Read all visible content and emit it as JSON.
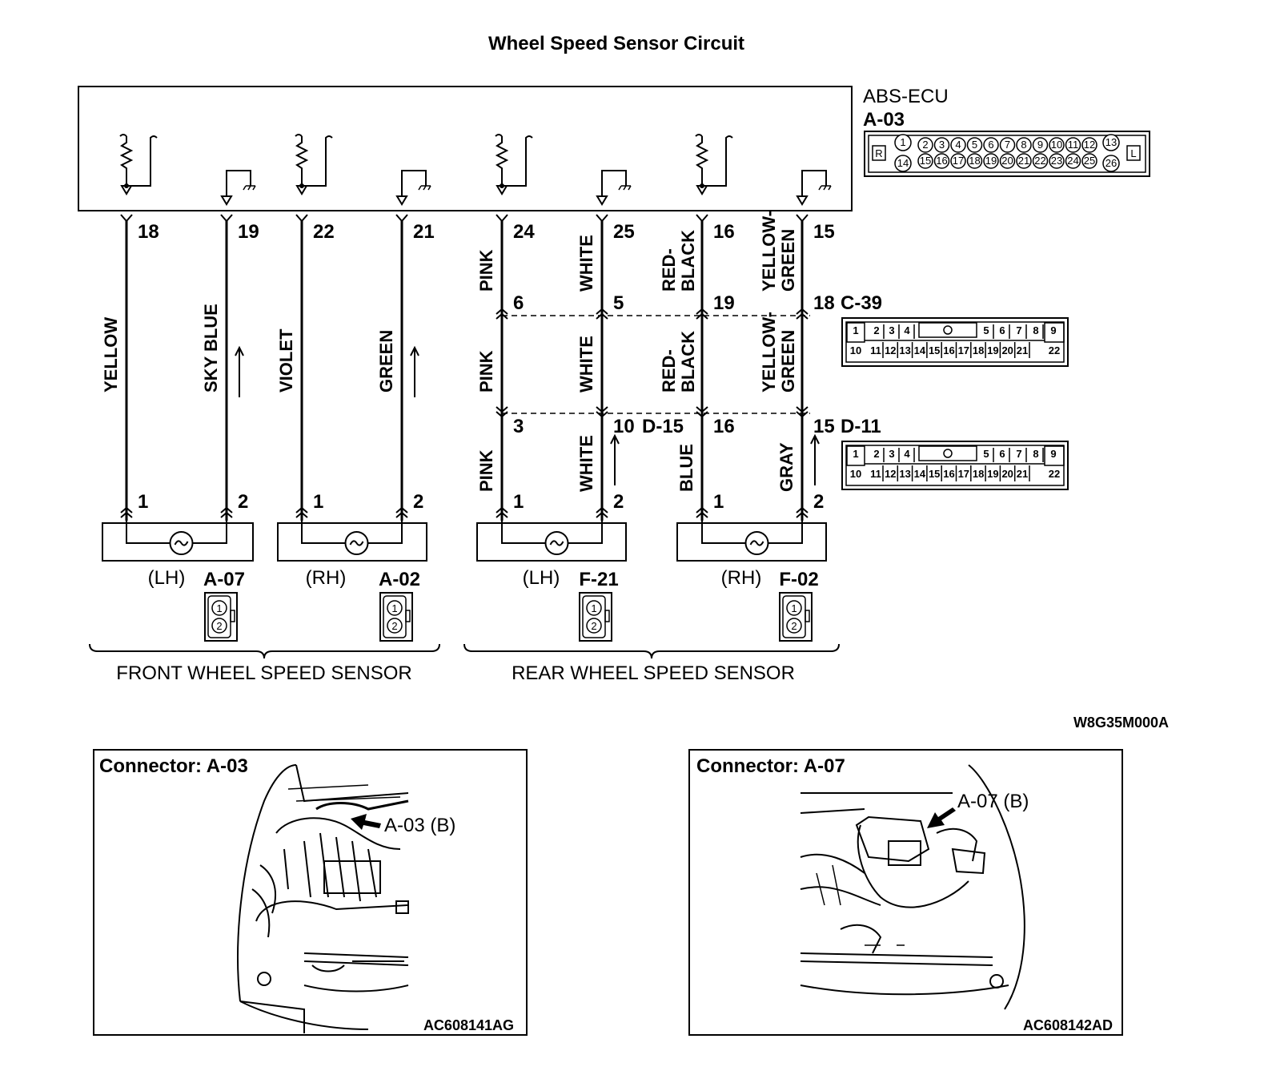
{
  "title": "Wheel Speed Sensor Circuit",
  "ecu": {
    "name": "ABS-ECU",
    "id": "A-03"
  },
  "ecu_connector": {
    "left_label": "R",
    "right_label": "L",
    "top": [
      "1",
      "2",
      "3",
      "4",
      "5",
      "6",
      "7",
      "8",
      "9",
      "10",
      "11",
      "12",
      "13"
    ],
    "bottom": [
      "14",
      "15",
      "16",
      "17",
      "18",
      "19",
      "20",
      "21",
      "22",
      "23",
      "24",
      "25",
      "26"
    ]
  },
  "wires": [
    {
      "pin_ecu": "18",
      "color": [
        "YELLOW"
      ],
      "sensor_pin": "1"
    },
    {
      "pin_ecu": "19",
      "color": [
        "SKY BLUE"
      ],
      "sensor_pin": "2"
    },
    {
      "pin_ecu": "22",
      "color": [
        "VIOLET"
      ],
      "sensor_pin": "1"
    },
    {
      "pin_ecu": "21",
      "color": [
        "GREEN"
      ],
      "sensor_pin": "2"
    },
    {
      "pin_ecu": "24",
      "color1": [
        "PINK"
      ],
      "c39": "6",
      "color2": [
        "PINK"
      ],
      "d": "3",
      "color3": [
        "PINK"
      ],
      "sensor_pin": "1"
    },
    {
      "pin_ecu": "25",
      "color1": [
        "WHITE"
      ],
      "c39": "5",
      "color2": [
        "WHITE"
      ],
      "d": "10",
      "color3": [
        "WHITE"
      ],
      "sensor_pin": "2"
    },
    {
      "pin_ecu": "16",
      "color1": [
        "RED-",
        "BLACK"
      ],
      "c39": "19",
      "color2": [
        "RED-",
        "BLACK"
      ],
      "d": "16",
      "color3": [
        "BLUE"
      ],
      "sensor_pin": "1"
    },
    {
      "pin_ecu": "15",
      "color1": [
        "YELLOW-",
        "GREEN"
      ],
      "c39": "18",
      "color2": [
        "YELLOW-",
        "GREEN"
      ],
      "d": "15",
      "color3": [
        "GRAY"
      ],
      "sensor_pin": "2"
    }
  ],
  "junctions": {
    "c39": "C-39",
    "d15": "D-15",
    "d11": "D-11"
  },
  "junction_connector": {
    "top": [
      "1",
      "2",
      "3",
      "4",
      "5",
      "6",
      "7",
      "8",
      "9"
    ],
    "bottom": [
      "10",
      "11",
      "12",
      "13",
      "14",
      "15",
      "16",
      "17",
      "18",
      "19",
      "20",
      "21",
      "22"
    ]
  },
  "sensors": [
    {
      "side": "(LH)",
      "id": "A-07"
    },
    {
      "side": "(RH)",
      "id": "A-02"
    },
    {
      "side": "(LH)",
      "id": "F-21"
    },
    {
      "side": "(RH)",
      "id": "F-02"
    }
  ],
  "sensor_connector_pins": [
    "1",
    "2"
  ],
  "groups": {
    "front": "FRONT WHEEL SPEED SENSOR",
    "rear": "REAR WHEEL SPEED SENSOR"
  },
  "diagram_code": "W8G35M000A",
  "panels": [
    {
      "title": "Connector: A-03",
      "callout": "A-03 (B)",
      "code": "AC608141AG"
    },
    {
      "title": "Connector: A-07",
      "callout": "A-07 (B)",
      "code": "AC608142AD"
    }
  ]
}
